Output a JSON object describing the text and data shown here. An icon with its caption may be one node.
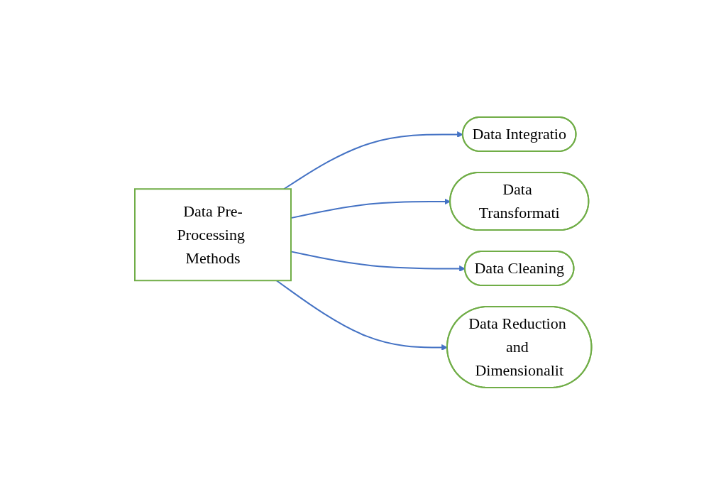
{
  "diagram": {
    "nodes": [
      {
        "text": [
          "Data Pre-Processing Methods"
        ]
      },
      {
        "text": [
          "Data Integratio"
        ]
      },
      {
        "text": [
          "Data Transformati"
        ]
      },
      {
        "text": [
          "Data Cleaning"
        ]
      },
      {
        "text": [
          "Data Reduction and Dimensionalit"
        ]
      }
    ],
    "edges": [
      {
        "from": 0,
        "to": 1,
        "arrow": "to"
      },
      {
        "from": 0,
        "to": 2,
        "arrow": "to"
      },
      {
        "from": 0,
        "to": 3,
        "arrow": "to"
      },
      {
        "from": 0,
        "to": 4,
        "arrow": "to"
      }
    ]
  }
}
